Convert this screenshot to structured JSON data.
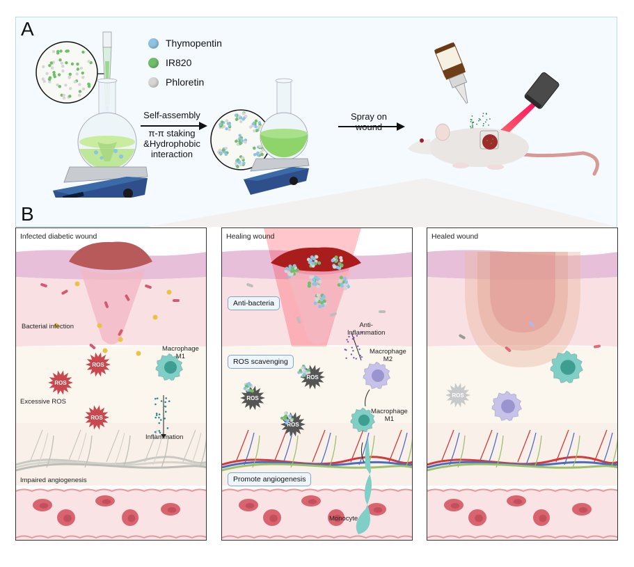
{
  "figure": {
    "panel_a": {
      "letter": "A",
      "legend": [
        {
          "label": "Thymopentin",
          "color": "#8fc3e3"
        },
        {
          "label": "IR820",
          "color": "#6fbf6a"
        },
        {
          "label": "Phloretin",
          "color": "#d6d6d6"
        }
      ],
      "step1": {
        "line1": "Self-assembly",
        "line2": "π-π staking",
        "line3": "&Hydrophobic",
        "line4": "interaction"
      },
      "step2": {
        "line1": "Spray on",
        "line2": "wound"
      }
    },
    "panel_b": {
      "letter": "B",
      "left": {
        "title": "Infected diabetic wound",
        "bacterial_infection": "Bacterial infection",
        "macrophage_line1": "Macrophage",
        "macrophage_line2": "M1",
        "ros_badge": "ROS",
        "excessive_ros": "Excessive ROS",
        "inflammation": "Inflammation",
        "impaired_angiogenesis": "Impaired angiogenesis"
      },
      "middle": {
        "title": "Healing wound",
        "anti_bacteria": "Anti-bacteria",
        "anti_inflammation_line1": "Anti-",
        "anti_inflammation_line2": "Inflammation",
        "ros_scavenging": "ROS scavenging",
        "macrophage_m2_line1": "Macrophage",
        "macrophage_m2_line2": "M2",
        "macrophage_m1_line1": "Macrophage",
        "macrophage_m1_line2": "M1",
        "ros_badge": "ROS",
        "promote_angiogenesis": "Promote angiogenesis",
        "monocyte": "Monocyte"
      },
      "right": {
        "title": "Healed wound",
        "ros_badge": "ROS"
      }
    },
    "colors": {
      "panel_a_bg": "#f4fafd",
      "skin_epidermis": "#e7bfd8",
      "dermis": "#f9e0e3",
      "hypodermis": "#fcf7ee",
      "blood_vessel": "#f9e3e4",
      "red_blood_cell": "#d9646f",
      "ros_red": "#c9474d",
      "ros_dark": "#555555",
      "ros_light": "#c7c9cb",
      "macrophage_m1": "#7fcfc6",
      "macrophage_m2": "#c6c2ea",
      "wound_scab": "#b85a5a",
      "laser": "#ff2030"
    }
  }
}
